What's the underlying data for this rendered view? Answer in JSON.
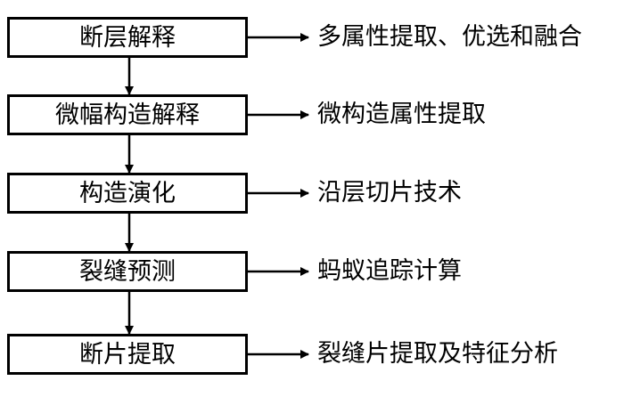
{
  "steps": [
    {
      "label": "断层解释",
      "method": "多属性提取、优选和融合"
    },
    {
      "label": "微幅构造解释",
      "method": "微构造属性提取"
    },
    {
      "label": "构造演化",
      "method": "沿层切片技术"
    },
    {
      "label": "裂缝预测",
      "method": "蚂蚁追踪计算"
    },
    {
      "label": "断片提取",
      "method": "裂缝片提取及特征分析"
    }
  ]
}
